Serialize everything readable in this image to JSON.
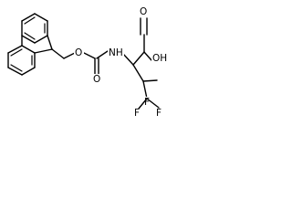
{
  "molecule": {
    "labels": {
      "ether_oxygen": "O",
      "carbonyl_oxygen": "O",
      "nh": "NH",
      "oh": "OH",
      "acid_carbonyl_oxygen": "O",
      "fluorine_group": "F",
      "fluorine_1": "F",
      "fluorine_2": "F"
    }
  }
}
